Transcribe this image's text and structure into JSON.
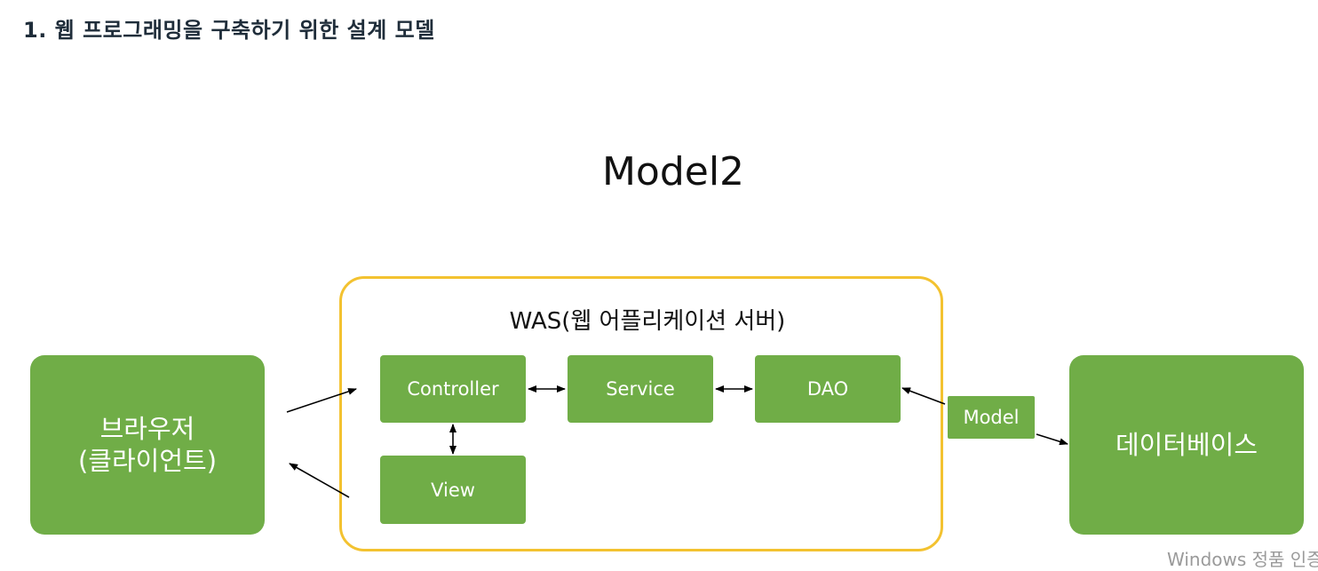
{
  "heading": "1.  웹 프로그래밍을 구축하기 위한 설계 모델",
  "title": "Model2",
  "was_label": "WAS(웹 어플리케이션 서버)",
  "nodes": {
    "client_line1": "브라우저",
    "client_line2": "(클라이언트)",
    "controller": "Controller",
    "service": "Service",
    "dao": "DAO",
    "view": "View",
    "model": "Model",
    "database": "데이터베이스"
  },
  "colors": {
    "node_fill": "#70ad47",
    "was_border": "#f3c230",
    "arrow": "#000000"
  },
  "watermark": "Windows 정품 인증"
}
